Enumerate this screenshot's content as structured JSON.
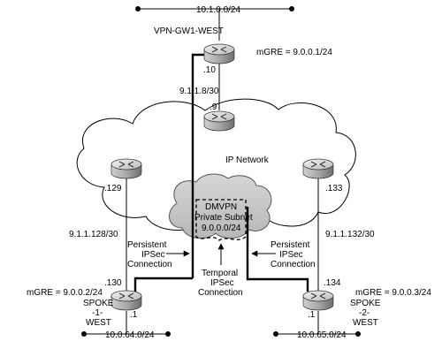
{
  "labels": {
    "top_subnet": "10.1.0.0/24",
    "hub_name": "VPN-GW1-WEST",
    "hub_mgre": "mGRE = 9.0.0.1/24",
    "hub_addr": ".10",
    "hub_link": "9.1.1.8/30",
    "core_addr": ".9",
    "ip_network": "IP Network",
    "left_rtr_addr": ".129",
    "right_rtr_addr": ".133",
    "left_link": "9.1.1.128/30",
    "right_link": "9.1.1.132/30",
    "dmvpn_line1": "DMVPN",
    "dmvpn_line2": "Private Subnet",
    "dmvpn_line3": "9.0.0.0/24",
    "persistent_left_1": "Persistent",
    "persistent_left_2": "IPSec",
    "persistent_left_3": "Connection",
    "persistent_right_1": "Persistent",
    "persistent_right_2": "IPSec",
    "persistent_right_3": "Connection",
    "temporal_1": "Temporal",
    "temporal_2": "IPSec",
    "temporal_3": "Connection",
    "spoke1_wan_addr": ".130",
    "spoke1_mgre": "mGRE = 9.0.0.2/24",
    "spoke1_name_1": "SPOKE",
    "spoke1_name_2": "-1-",
    "spoke1_name_3": "WEST",
    "spoke1_lan_addr": ".1",
    "spoke1_subnet": "10.0.64.0/24",
    "spoke2_wan_addr": ".134",
    "spoke2_mgre": "mGRE = 9.0.0.3/24",
    "spoke2_name_1": "SPOKE",
    "spoke2_name_2": "-2-",
    "spoke2_name_3": "WEST",
    "spoke2_lan_addr": ".1",
    "spoke2_subnet": "10.0.65.0/24"
  },
  "icons": {
    "router": "router-icon",
    "cloud": "cloud-icon"
  }
}
